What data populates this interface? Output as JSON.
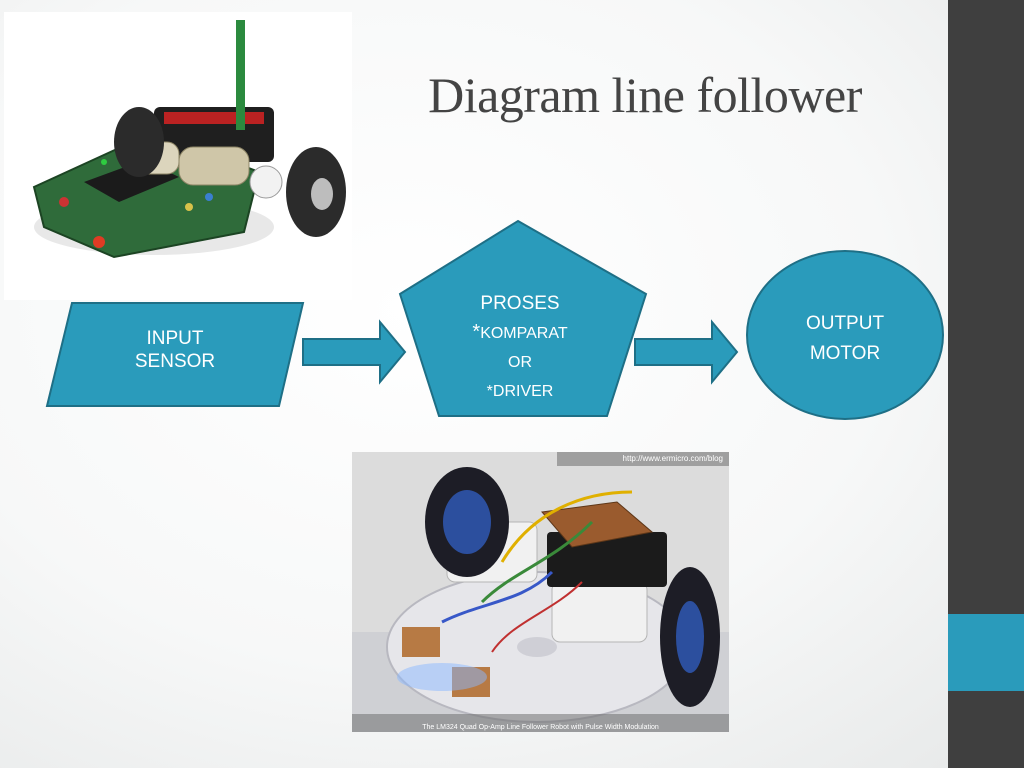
{
  "slide": {
    "title": "Diagram line follower",
    "colors": {
      "accent": "#2a9bbb",
      "shape_stroke": "#1e6f86",
      "right_band": "#3f3f3f"
    }
  },
  "diagram": {
    "input": {
      "line1": "INPUT",
      "line2": "SENSOR"
    },
    "process": {
      "line1": "PROSES",
      "line2_star": "*",
      "line2_rest": "KOMPARAT",
      "line3": "OR",
      "line4": "*DRIVER"
    },
    "output": {
      "line1": "OUTPUT",
      "line2": "MOTOR"
    }
  },
  "photos": {
    "top": {
      "subject": "line follower robot kit with circuit board and wheels"
    },
    "bottom": {
      "subject": "LM324 line follower robot on a CD base",
      "watermark": "http://www.ermicro.com/blog",
      "caption": "The LM324 Quad Op-Amp Line Follower Robot with Pulse Width Modulation"
    }
  }
}
